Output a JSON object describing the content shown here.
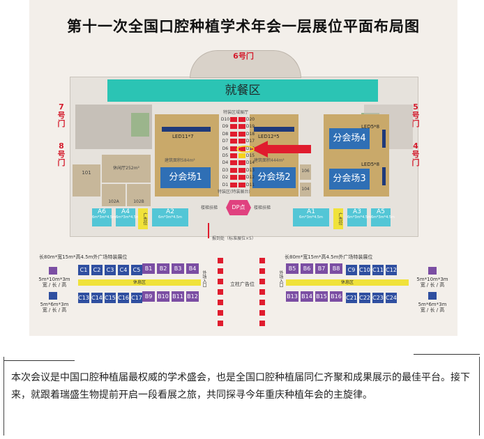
{
  "title": "第十一次全国口腔种植学术年会一层展位平面布局图",
  "gates": {
    "gate6": "6号门",
    "gate7": "7号门",
    "gate8": "8号门",
    "gate5": "5号门",
    "gate4": "4号门"
  },
  "dining": "就餐区",
  "led": {
    "left": "LED11*7",
    "center": "LED12*5",
    "right_top": "LED5*8",
    "right_bottom": "LED5*8"
  },
  "halls": {
    "h1": "分会场1",
    "h2": "分会场2",
    "h3": "分会场3",
    "h4": "分会场4"
  },
  "hall_notes": {
    "h1": "建筑面积584m²",
    "h2": "建筑面积444m²"
  },
  "rooms": {
    "r101": "101",
    "r102a": "102A",
    "r102b": "102B",
    "r106": "106",
    "r104": "104",
    "foyer": "休闲厅252m²"
  },
  "booths_a": [
    "A6",
    "A4",
    "A2",
    "A1",
    "A3",
    "A5"
  ],
  "booth_a_sub": "6m*3m*4.5m",
  "ad_side": "广告位",
  "center_top_label": "特装区域展厅",
  "center_note": "特装区(特装展台)",
  "center_hex": "DP点",
  "stairs_left": "楼梯扶梯",
  "stairs_right": "楼梯扶梯",
  "registration": "报到处（标准展位×5）",
  "d_left": [
    "D10",
    "D9",
    "D8",
    "D7",
    "D6",
    "D5",
    "D4",
    "D3",
    "D2",
    "D1"
  ],
  "d_right": [
    "D20",
    "D19",
    "D18",
    "D17",
    "D16",
    "D15",
    "D14",
    "D13",
    "D12",
    "D11"
  ],
  "outdoor_left": "长80m*宽15m*高4.5m外广场特装展位",
  "outdoor_right": "长80m*宽15m*高4.5m外广场特装展位",
  "left_row1_c": [
    "C1",
    "C2",
    "C3",
    "C4",
    "C5"
  ],
  "left_row1_b": [
    "B1",
    "B2",
    "B3",
    "B4"
  ],
  "left_row2_c": [
    "C13",
    "C14",
    "C15",
    "C16",
    "C17"
  ],
  "left_row2_b": [
    "B9",
    "B10",
    "B11",
    "B12"
  ],
  "right_row1_b": [
    "B5",
    "B6",
    "B7",
    "B8"
  ],
  "right_row1_c": [
    "C9",
    "C10",
    "C11",
    "C12"
  ],
  "right_row2_b": [
    "B13",
    "B14",
    "B15",
    "B16"
  ],
  "right_row2_c": [
    "C21",
    "C22",
    "C23",
    "C24"
  ],
  "rest_area": "休息区",
  "entrance_left": "外场入口",
  "entrance_right": "外场入口",
  "column_ad": "立柱广告位",
  "legend": {
    "large": "5m*10m*3m",
    "large_sub": "宽 / 长 / 高",
    "small": "5m*6m*3m",
    "small_sub": "宽 / 长 / 高"
  },
  "paragraph": "本次会议是中国口腔种植届最权威的学术盛会，也是全国口腔种植届同仁齐聚和成果展示的最佳平台。接下来，就跟着瑞盛生物提前开启一段看展之旅，共同探寻今年重庆种植年会的主旋律。",
  "colors": {
    "red": "#e01c2e",
    "blue": "#2f6fb5",
    "cyan": "#53c6d6",
    "gold": "#c9a96a",
    "purple": "#7b4ea3",
    "navy": "#2f4fa0",
    "yellow": "#f0e23a"
  }
}
